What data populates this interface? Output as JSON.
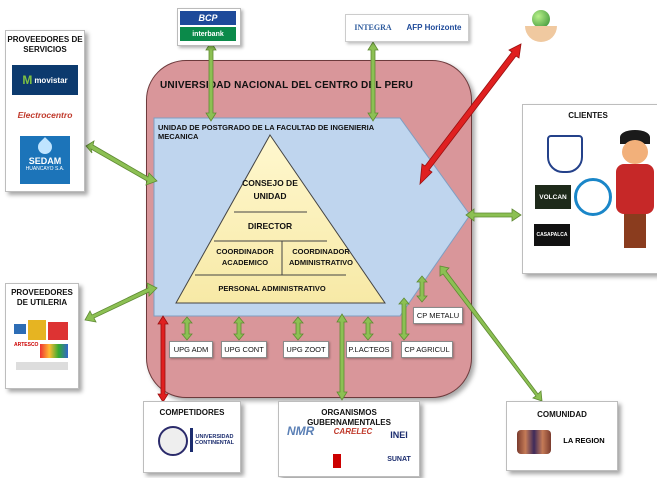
{
  "university": {
    "title": "UNIVERSIDAD NACIONAL DEL CENTRO DEL PERU",
    "unit": "UNIDAD DE POSTGRADO DE LA FACULTAD DE INGENIERIA MECANICA"
  },
  "pyramid": {
    "level1": "CONSEJO DE UNIDAD",
    "level2": "DIRECTOR",
    "level3_left": "COORDINADOR ACADEMICO",
    "level3_right": "COORDINADOR ADMINISTRATIVO",
    "level4": "PERSONAL ADMINISTRATIVO"
  },
  "units": {
    "upg_adm": "UPG ADM",
    "upg_cont": "UPG CONT",
    "upg_zoot": "UPG ZOOT",
    "placteos": "P.LACTEOS",
    "cp_agricul": "CP AGRICUL",
    "cp_metalu": "CP METALU"
  },
  "proveedores_servicios": {
    "title": "PROVEEDORES DE SERVICIOS",
    "movistar": "movistar",
    "electrocentro": "Electrocentro",
    "sedam": "SEDAM",
    "sedam_sub": "HUANCAYO S.A."
  },
  "proveedores_utileria": {
    "title": "PROVEEDORES DE UTILERIA",
    "logo1": "ARTESCO"
  },
  "banks": {
    "bcp": "BCP",
    "interbank": "interbank",
    "integra": "INTEGRA",
    "afp": "AFP Horizonte"
  },
  "clientes": {
    "title": "CLIENTES",
    "volcan": "VOLCAN",
    "casapalca": "CASAPALCA"
  },
  "competidores": {
    "title": "COMPETIDORES",
    "continental": "UNIVERSIDAD CONTINENTAL"
  },
  "organismos": {
    "title": "ORGANISMOS GUBERNAMENTALES",
    "carelec": "CARELEC",
    "inei": "INEI",
    "sunat": "SUNAT"
  },
  "comunidad": {
    "title": "COMUNIDAD",
    "region": "LA REGION"
  },
  "colors": {
    "outer": "#d9969a",
    "inner": "#bcd3ec",
    "pyramid": "#fdf4c1",
    "arrow_green": "#8cc053",
    "arrow_red": "#e02020"
  }
}
